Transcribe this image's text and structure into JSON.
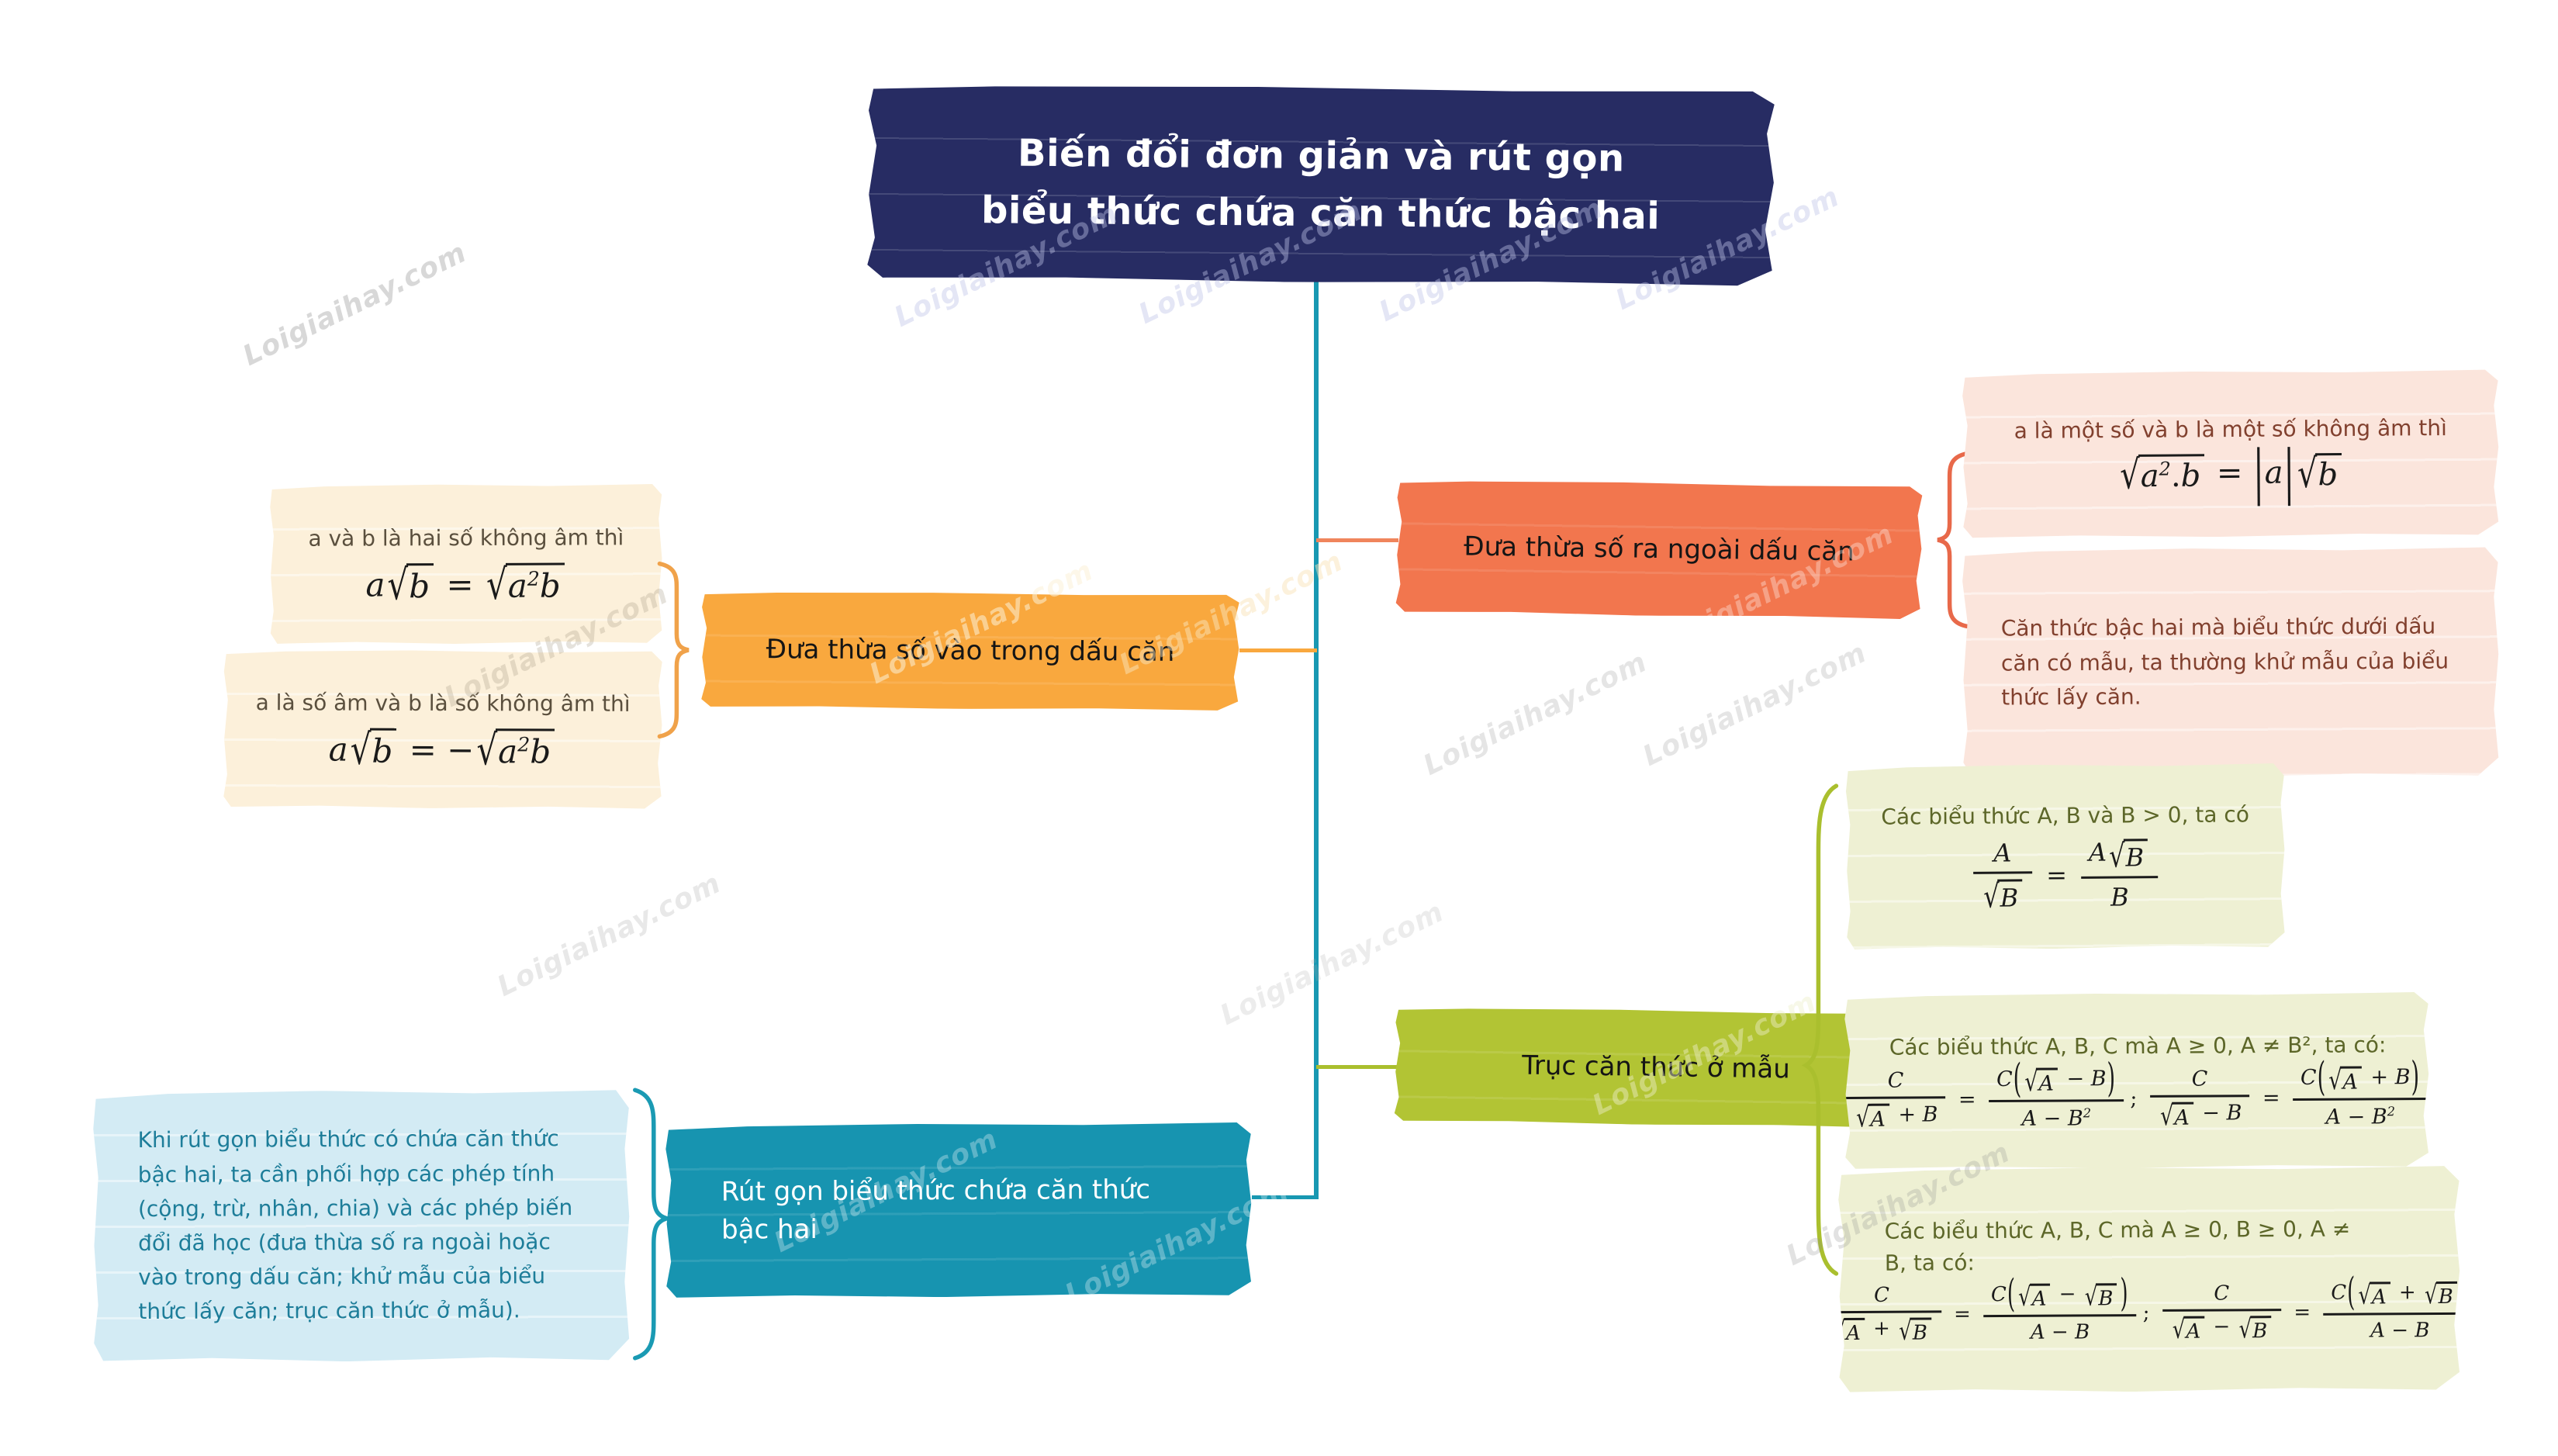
{
  "watermark_text": "Loigiaihay.com",
  "title": {
    "line1": "Biến đổi đơn giản và rút gọn",
    "line2": "biểu thức chứa căn thức bậc hai"
  },
  "branch_vao": {
    "label": "Đưa thừa số vào trong dấu căn",
    "note1_header": "a và b là hai số không âm thì",
    "note1_formula": [
      [
        "i",
        "a"
      ],
      [
        "sqrt",
        [
          [
            "i",
            "b"
          ]
        ]
      ],
      [
        "t",
        " = "
      ],
      [
        "sqrt",
        [
          [
            "i",
            "a"
          ],
          [
            "sup",
            "2"
          ],
          [
            "i",
            "b"
          ]
        ]
      ]
    ],
    "note2_header": "a là số âm và b là số không âm thì",
    "note2_formula": [
      [
        "i",
        "a"
      ],
      [
        "sqrt",
        [
          [
            "i",
            "b"
          ]
        ]
      ],
      [
        "t",
        " = −"
      ],
      [
        "sqrt",
        [
          [
            "i",
            "a"
          ],
          [
            "sup",
            "2"
          ],
          [
            "i",
            "b"
          ]
        ]
      ]
    ]
  },
  "branch_ra": {
    "label": "Đưa thừa số ra ngoài dấu căn",
    "note1_header": "a là một số và b là một số không âm thì",
    "note1_formula": [
      [
        "sqrt",
        [
          [
            "i",
            "a"
          ],
          [
            "sup",
            "2"
          ],
          [
            "t",
            "."
          ],
          [
            "i",
            "b"
          ]
        ]
      ],
      [
        "t",
        " = "
      ],
      [
        "p",
        "|"
      ],
      [
        "i",
        "a"
      ],
      [
        "p",
        "|"
      ],
      [
        "sqrt",
        [
          [
            "i",
            "b"
          ]
        ]
      ]
    ],
    "note2_text": "Căn thức bậc hai mà biểu thức dưới dấu căn có mẫu, ta thường khử mẫu của biểu thức lấy căn."
  },
  "branch_truc": {
    "label": "Trục căn thức ở mẫu",
    "note1_header": "Các biểu thức A, B và B > 0, ta có",
    "note1_formula": [
      [
        "frac",
        [
          [
            "i",
            "A"
          ]
        ],
        [
          [
            "sqrt",
            [
              [
                "i",
                "B"
              ]
            ]
          ]
        ]
      ],
      [
        "t",
        " = "
      ],
      [
        "frac",
        [
          [
            "i",
            "A"
          ],
          [
            "sqrt",
            [
              [
                "i",
                "B"
              ]
            ]
          ]
        ],
        [
          [
            "i",
            "B"
          ]
        ]
      ]
    ],
    "note2_header": "Các biểu thức A, B, C mà A ≥ 0, A ≠ B², ta có:",
    "note2_formula": [
      [
        "frac",
        [
          [
            "i",
            "C"
          ]
        ],
        [
          [
            "sqrt",
            [
              [
                "i",
                "A"
              ]
            ]
          ],
          [
            "t",
            " + "
          ],
          [
            "i",
            "B"
          ]
        ]
      ],
      [
        "t",
        " = "
      ],
      [
        "frac",
        [
          [
            "i",
            "C"
          ],
          [
            "p",
            "("
          ],
          [
            "sqrt",
            [
              [
                "i",
                "A"
              ]
            ]
          ],
          [
            "t",
            " − "
          ],
          [
            "i",
            "B"
          ],
          [
            "p",
            ")"
          ]
        ],
        [
          [
            "i",
            "A"
          ],
          [
            "t",
            " − "
          ],
          [
            "i",
            "B"
          ],
          [
            "sup",
            "2"
          ]
        ]
      ],
      [
        "t",
        "; "
      ],
      [
        "frac",
        [
          [
            "i",
            "C"
          ]
        ],
        [
          [
            "sqrt",
            [
              [
                "i",
                "A"
              ]
            ]
          ],
          [
            "t",
            " − "
          ],
          [
            "i",
            "B"
          ]
        ]
      ],
      [
        "t",
        " = "
      ],
      [
        "frac",
        [
          [
            "i",
            "C"
          ],
          [
            "p",
            "("
          ],
          [
            "sqrt",
            [
              [
                "i",
                "A"
              ]
            ]
          ],
          [
            "t",
            " + "
          ],
          [
            "i",
            "B"
          ],
          [
            "p",
            ")"
          ]
        ],
        [
          [
            "i",
            "A"
          ],
          [
            "t",
            " − "
          ],
          [
            "i",
            "B"
          ],
          [
            "sup",
            "2"
          ]
        ]
      ]
    ],
    "note3_header": "Các biểu thức A, B, C mà A ≥ 0, B ≥ 0, A ≠ B, ta có:",
    "note3_formula": [
      [
        "frac",
        [
          [
            "i",
            "C"
          ]
        ],
        [
          [
            "sqrt",
            [
              [
                "i",
                "A"
              ]
            ]
          ],
          [
            "t",
            " + "
          ],
          [
            "sqrt",
            [
              [
                "i",
                "B"
              ]
            ]
          ]
        ]
      ],
      [
        "t",
        " = "
      ],
      [
        "frac",
        [
          [
            "i",
            "C"
          ],
          [
            "p",
            "("
          ],
          [
            "sqrt",
            [
              [
                "i",
                "A"
              ]
            ]
          ],
          [
            "t",
            " − "
          ],
          [
            "sqrt",
            [
              [
                "i",
                "B"
              ]
            ]
          ],
          [
            "p",
            ")"
          ]
        ],
        [
          [
            "i",
            "A"
          ],
          [
            "t",
            " − "
          ],
          [
            "i",
            "B"
          ]
        ]
      ],
      [
        "t",
        "; "
      ],
      [
        "frac",
        [
          [
            "i",
            "C"
          ]
        ],
        [
          [
            "sqrt",
            [
              [
                "i",
                "A"
              ]
            ]
          ],
          [
            "t",
            " − "
          ],
          [
            "sqrt",
            [
              [
                "i",
                "B"
              ]
            ]
          ]
        ]
      ],
      [
        "t",
        " = "
      ],
      [
        "frac",
        [
          [
            "i",
            "C"
          ],
          [
            "p",
            "("
          ],
          [
            "sqrt",
            [
              [
                "i",
                "A"
              ]
            ]
          ],
          [
            "t",
            " + "
          ],
          [
            "sqrt",
            [
              [
                "i",
                "B"
              ]
            ]
          ],
          [
            "p",
            ")"
          ]
        ],
        [
          [
            "i",
            "A"
          ],
          [
            "t",
            " − "
          ],
          [
            "i",
            "B"
          ]
        ]
      ]
    ]
  },
  "branch_rutgon": {
    "label": "Rút gọn biểu thức chứa căn thức bậc hai",
    "note_text": "Khi rút gọn biểu thức có chứa căn thức bậc hai, ta cần phối hợp các phép tính (cộng, trừ, nhân, chia) và các phép biến đổi đã học (đưa thừa số ra ngoài hoặc vào trong dấu căn; khử mẫu của biểu thức lấy căn; trục căn thức ở mẫu)."
  },
  "colors": {
    "title_bg": "#272c63",
    "spine": "#1898b2",
    "orange_node": "#f9a83e",
    "coral_node": "#f2764e",
    "olive_node": "#b2c434",
    "teal_node": "#1794b0",
    "cream_note_bg": "#fcf0da",
    "pink_note_bg": "#fbe5dc",
    "lightgreen_note_bg": "#eef0d3",
    "lightblue_note_bg": "#d3ebf4",
    "pink_text": "#81402e",
    "blue_text": "#1d7d99",
    "green_text": "#5c6628",
    "cream_text": "#5a4f3d"
  }
}
